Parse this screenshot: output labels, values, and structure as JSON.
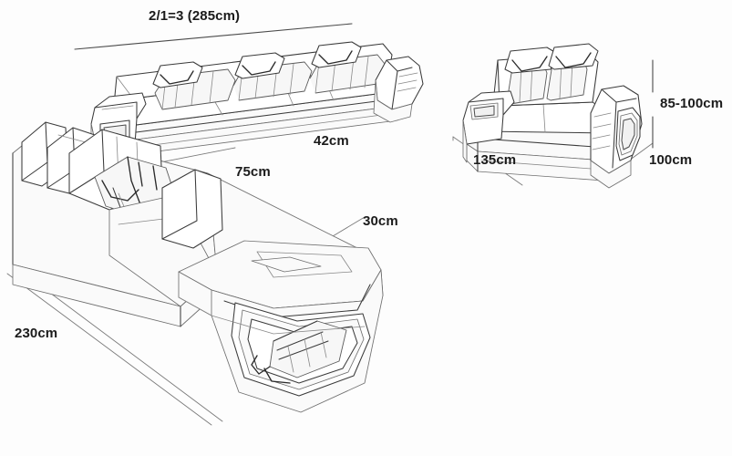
{
  "diagram": {
    "title": "Sofa set dimension drawing",
    "background_color": "#fdfdfd",
    "line_color": "#3a3a3a",
    "fill_color": "#ffffff",
    "shade_color": "#f2f2f2",
    "text_color": "#1b1b1b"
  },
  "dimensions": {
    "overall_width": "2/1=3 (285cm)",
    "seat_height": "42cm",
    "back_height": "75cm",
    "chaise_depth": "30cm",
    "sectional_length": "230cm",
    "loveseat_width": "135cm",
    "loveseat_depth": "100cm",
    "loveseat_height": "85-100cm"
  },
  "objects": {
    "three_seater": "three-seater-sofa",
    "sectional": "l-shaped-sectional-chaise",
    "loveseat": "two-seater-loveseat"
  }
}
